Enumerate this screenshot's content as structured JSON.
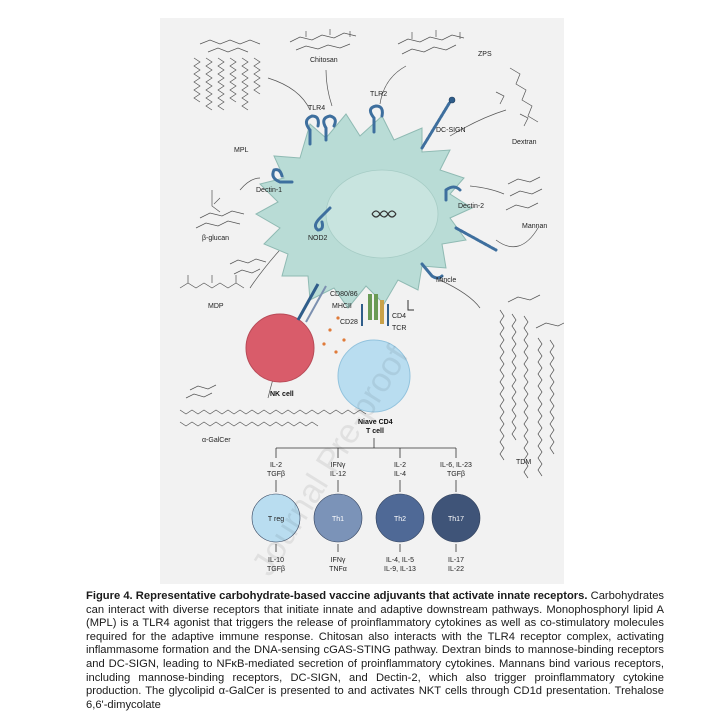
{
  "figure": {
    "molecules": {
      "chitosan": "Chitosan",
      "zps": "ZPS",
      "mpl": "MPL",
      "dextran": "Dextran",
      "beta_glucan": "β-glucan",
      "mannan": "Mannan",
      "mdp": "MDP",
      "alpha_galcer": "α-GalCer",
      "tdm": "TDM"
    },
    "receptors": {
      "tlr4": "TLR4",
      "tlr2": "TLR2",
      "dc_sign": "DC-SIGN",
      "dectin1": "Dectin-1",
      "dectin2": "Dectin-2",
      "nod2": "NOD2",
      "mincle": "Mincle"
    },
    "interface": {
      "cd80_86": "CD80/86",
      "mhcii": "MHCII",
      "cd28": "CD28",
      "cd4": "CD4",
      "tcr": "TCR"
    },
    "cells": {
      "nk": "NK cell",
      "naive_line1": "Niave CD4",
      "naive_line2": "T cell"
    },
    "subsets": [
      {
        "name": "T reg",
        "input1": "IL-2",
        "input2": "TGFβ",
        "output1": "IL-10",
        "output2": "TGFβ",
        "color": "#b9ddf0"
      },
      {
        "name": "Th1",
        "input1": "IFNγ",
        "input2": "IL-12",
        "output1": "IFNγ",
        "output2": "TNFα",
        "color": "#7b93b8"
      },
      {
        "name": "Th2",
        "input1": "IL-2",
        "input2": "IL-4",
        "output1": "IL-4, IL-5",
        "output2": "IL-9, IL-13",
        "color": "#4f6996"
      },
      {
        "name": "Th17",
        "input1": "IL-6, IL-23",
        "input2": "TGFβ",
        "output1": "IL-17",
        "output2": "IL-22",
        "color": "#3f5478"
      }
    ],
    "watermark": "Journal Pre-proof",
    "colors": {
      "apc": "#b9dcd6",
      "nk_cell": "#d95c6a",
      "t_cell": "#b9ddf0"
    }
  },
  "caption": {
    "title": "Figure 4. Representative carbohydrate-based vaccine adjuvants that activate innate receptors.",
    "body": "Carbohydrates can interact with diverse receptors that initiate innate and adaptive downstream pathways. Monophosphoryl lipid A (MPL) is a TLR4 agonist that triggers the release of proinflammatory cytokines as well as co-stimulatory molecules required for the adaptive immune response. Chitosan also interacts with the TLR4 receptor complex, activating inflammasome formation and the DNA-sensing cGAS-STING pathway. Dextran binds to mannose-binding receptors and DC-SIGN, leading to NFκB-mediated secretion of proinflammatory cytokines. Mannans bind various receptors, including mannose-binding receptors, DC-SIGN, and Dectin-2, which also trigger proinflammatory cytokine production. The glycolipid α-GalCer is presented to and activates NKT cells through CD1d presentation. Trehalose 6,6'-dimycolate"
  }
}
